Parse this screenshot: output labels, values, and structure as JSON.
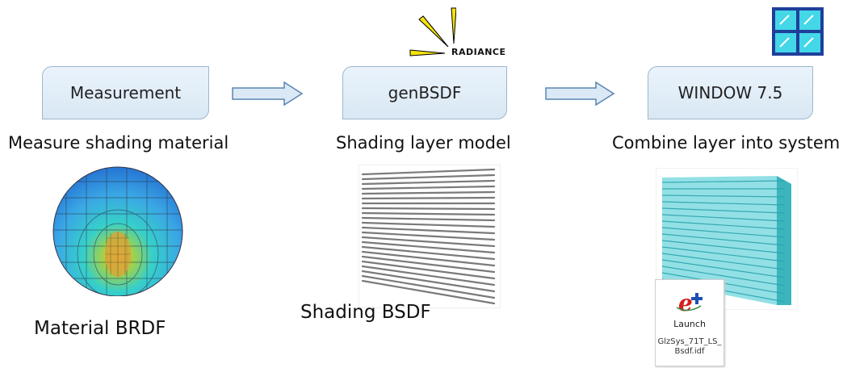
{
  "stages": [
    {
      "label": "Measurement",
      "caption": "Measure shading material"
    },
    {
      "label": "genBSDF",
      "caption": "Shading layer model"
    },
    {
      "label": "WINDOW 7.5",
      "caption": "Combine layer into system"
    }
  ],
  "radiance_logo_text": "RADIANCE",
  "image_captions": {
    "material": "Material BRDF",
    "shading": "Shading BSDF"
  },
  "launch_icon": {
    "label": "Launch",
    "file_line1": "GlzSys_71T_LS_",
    "file_line2": "Bsdf.idf"
  },
  "colors": {
    "box_fill": "#dde9f4",
    "box_border": "#9db7cc",
    "arrow_fill": "#dbe8f5",
    "arrow_stroke": "#5b85b0",
    "radiance_yellow": "#f5e20a",
    "glass_teal": "#54c8cf"
  }
}
